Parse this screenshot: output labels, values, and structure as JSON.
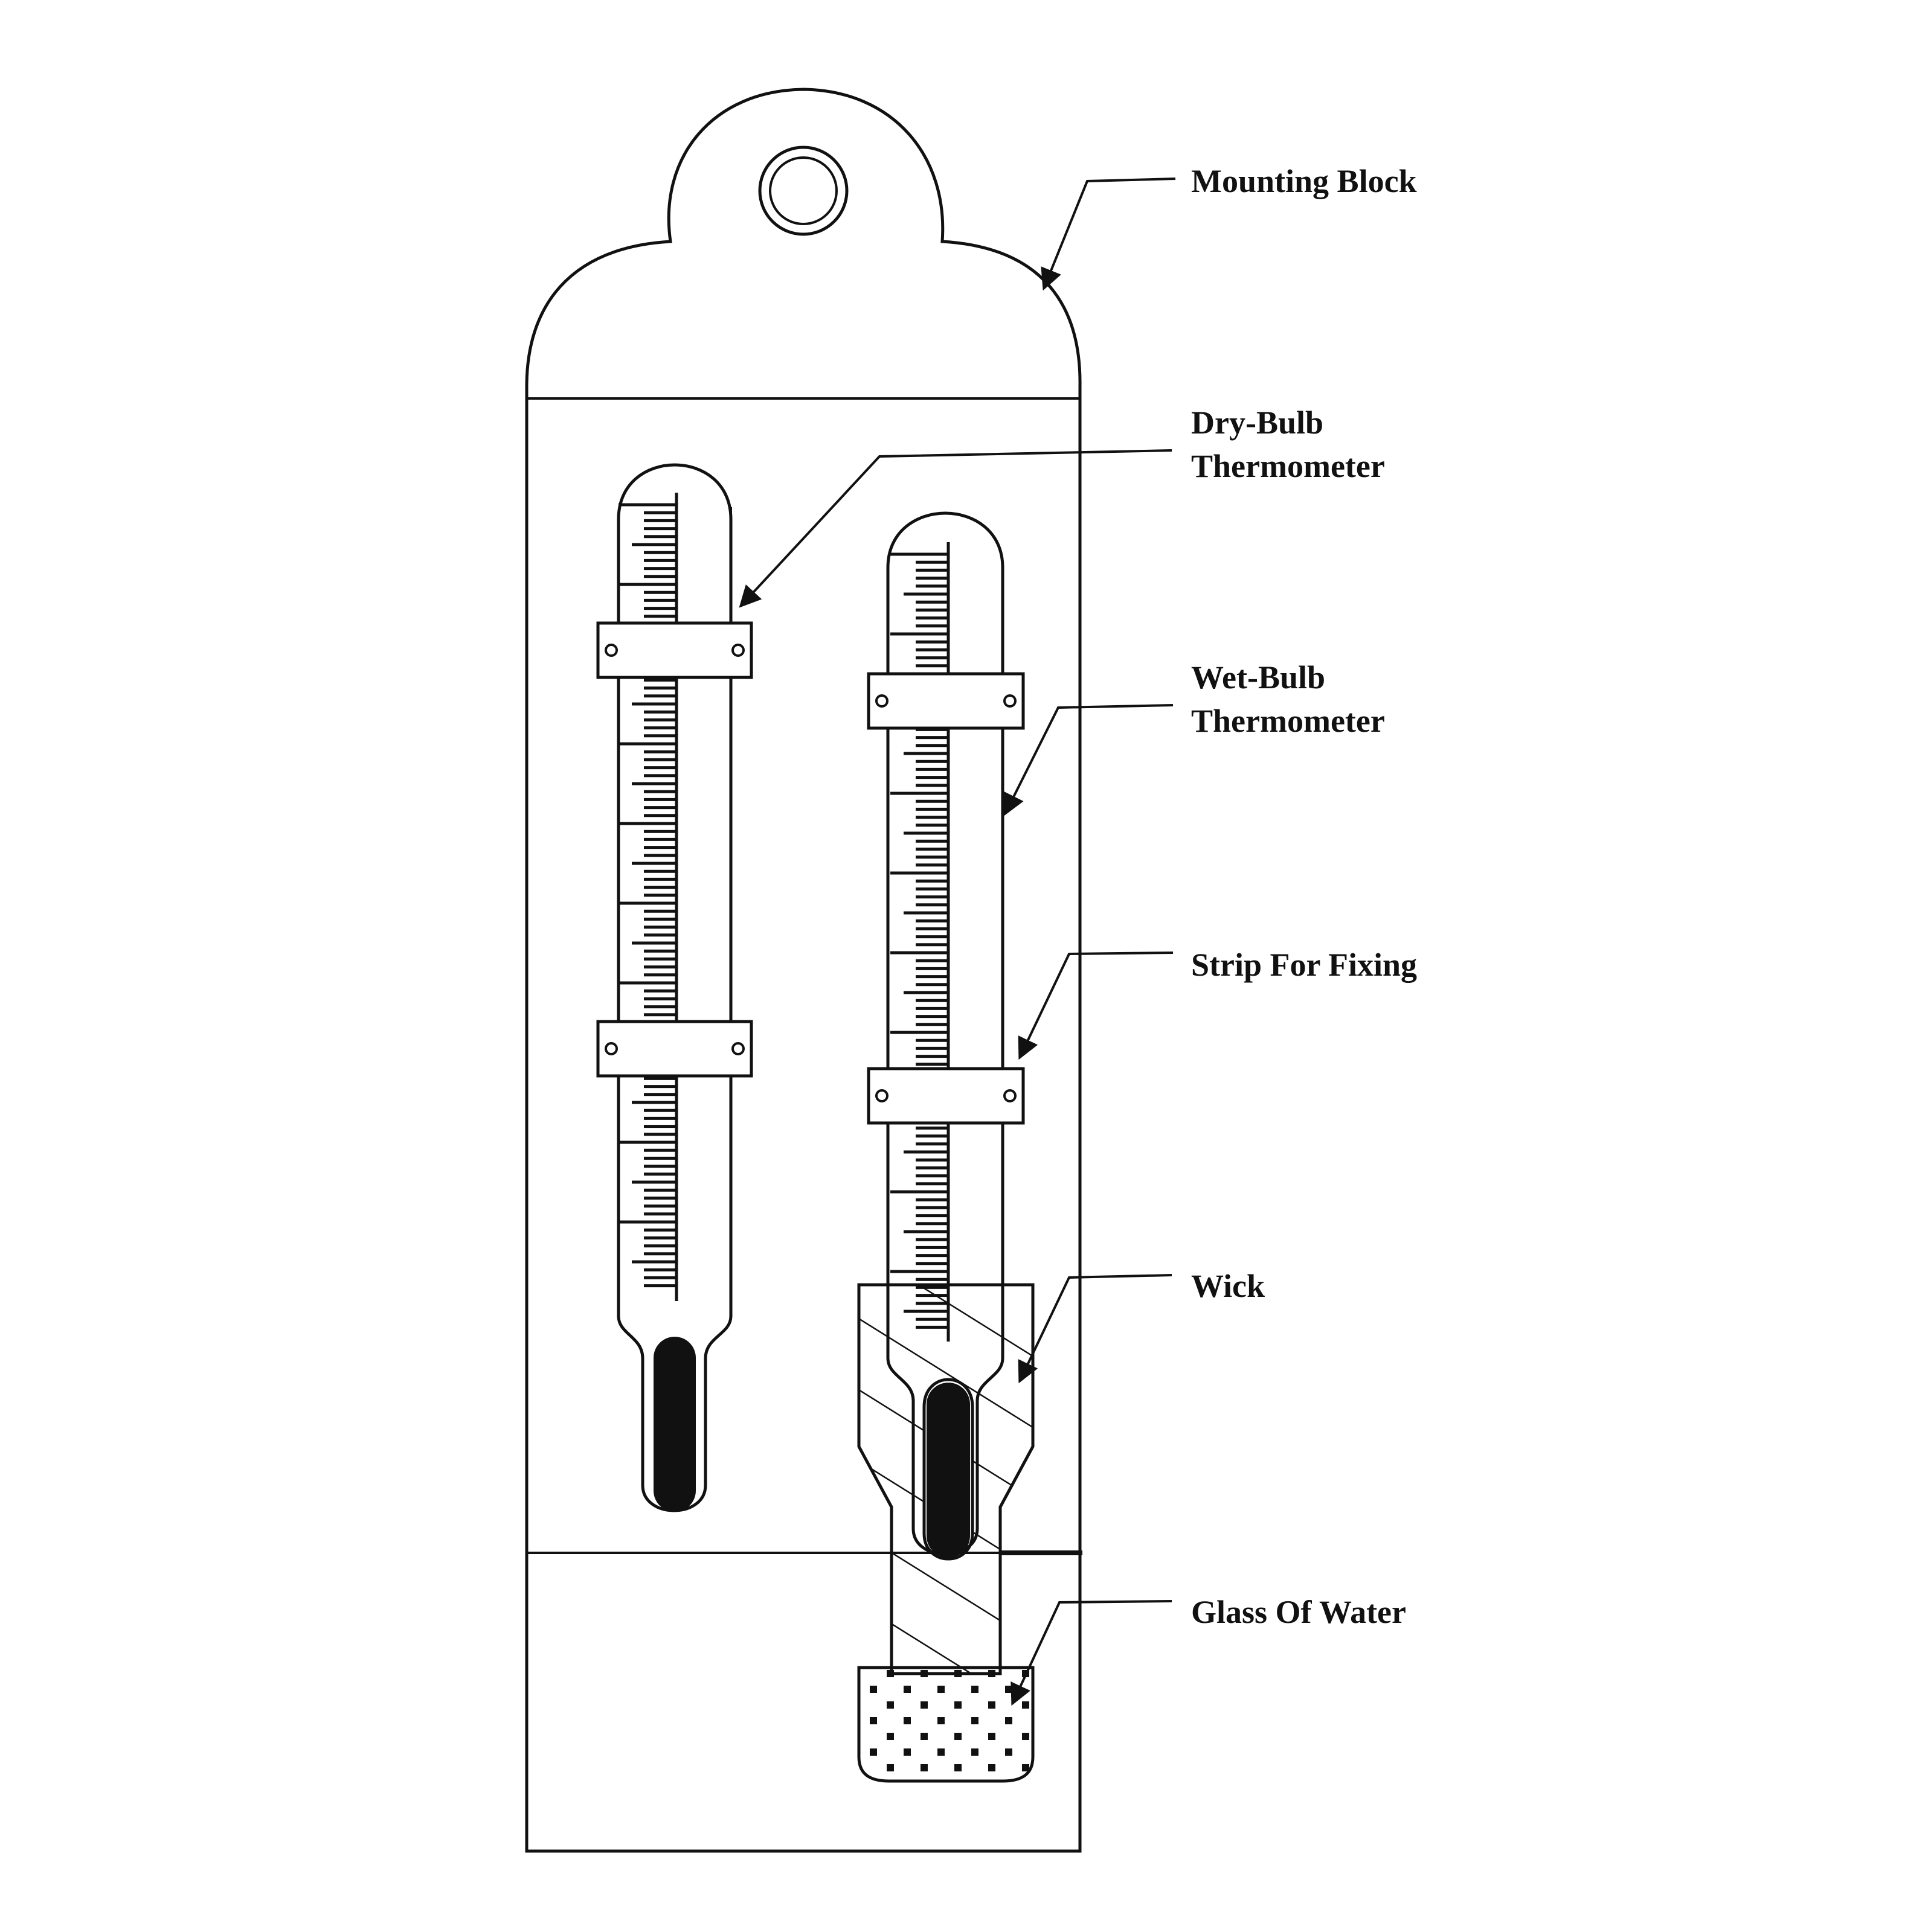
{
  "labels": {
    "mounting_block": "Mounting Block",
    "dry_bulb_line1": "Dry-Bulb",
    "dry_bulb_line2": "Thermometer",
    "wet_bulb_line1": "Wet-Bulb",
    "wet_bulb_line2": "Thermometer",
    "strip_for_fixing": "Strip For Fixing",
    "wick": "Wick",
    "glass_of_water": "Glass Of Water"
  }
}
